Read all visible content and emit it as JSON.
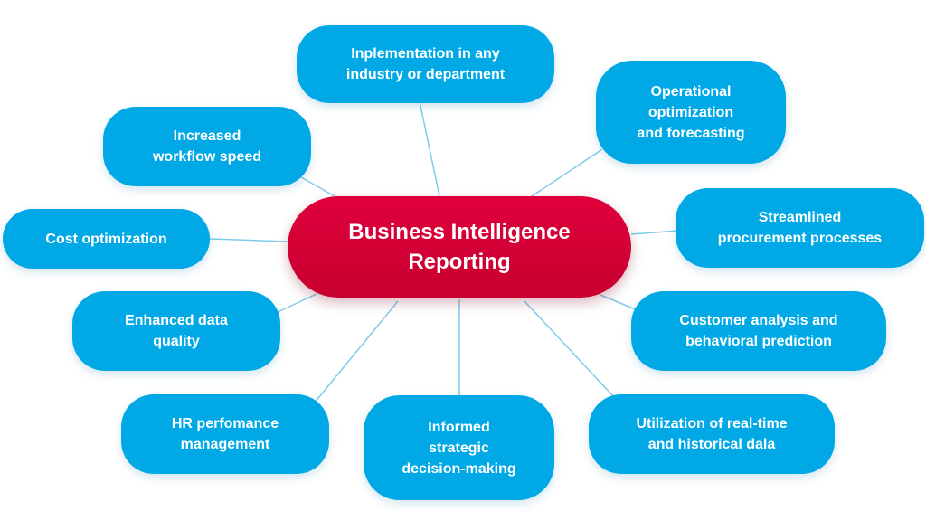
{
  "center": {
    "lines": [
      "Business Intelligence",
      "Reporting"
    ],
    "color": "#d1003a"
  },
  "node_color": "#00a9e6",
  "connector_color": "#7fcbea",
  "nodes": [
    {
      "id": "implementation",
      "lines": [
        "Inplementation in any",
        "industry or department"
      ]
    },
    {
      "id": "operational",
      "lines": [
        "Operational",
        "optimization",
        "and forecasting"
      ]
    },
    {
      "id": "streamlined",
      "lines": [
        "Streamlined",
        "procurement processes"
      ]
    },
    {
      "id": "customer",
      "lines": [
        "Customer analysis and",
        "behavioral prediction"
      ]
    },
    {
      "id": "utilization",
      "lines": [
        "Utilization of real-time",
        "and historical dala"
      ]
    },
    {
      "id": "informed",
      "lines": [
        "Informed",
        "strategic",
        "decision-making"
      ]
    },
    {
      "id": "hr",
      "lines": [
        "HR perfomance",
        "management"
      ]
    },
    {
      "id": "data-quality",
      "lines": [
        "Enhanced data",
        "quality"
      ]
    },
    {
      "id": "cost",
      "lines": [
        "Cost optimization"
      ]
    },
    {
      "id": "workflow",
      "lines": [
        "Increased",
        "workflow speed"
      ]
    }
  ]
}
